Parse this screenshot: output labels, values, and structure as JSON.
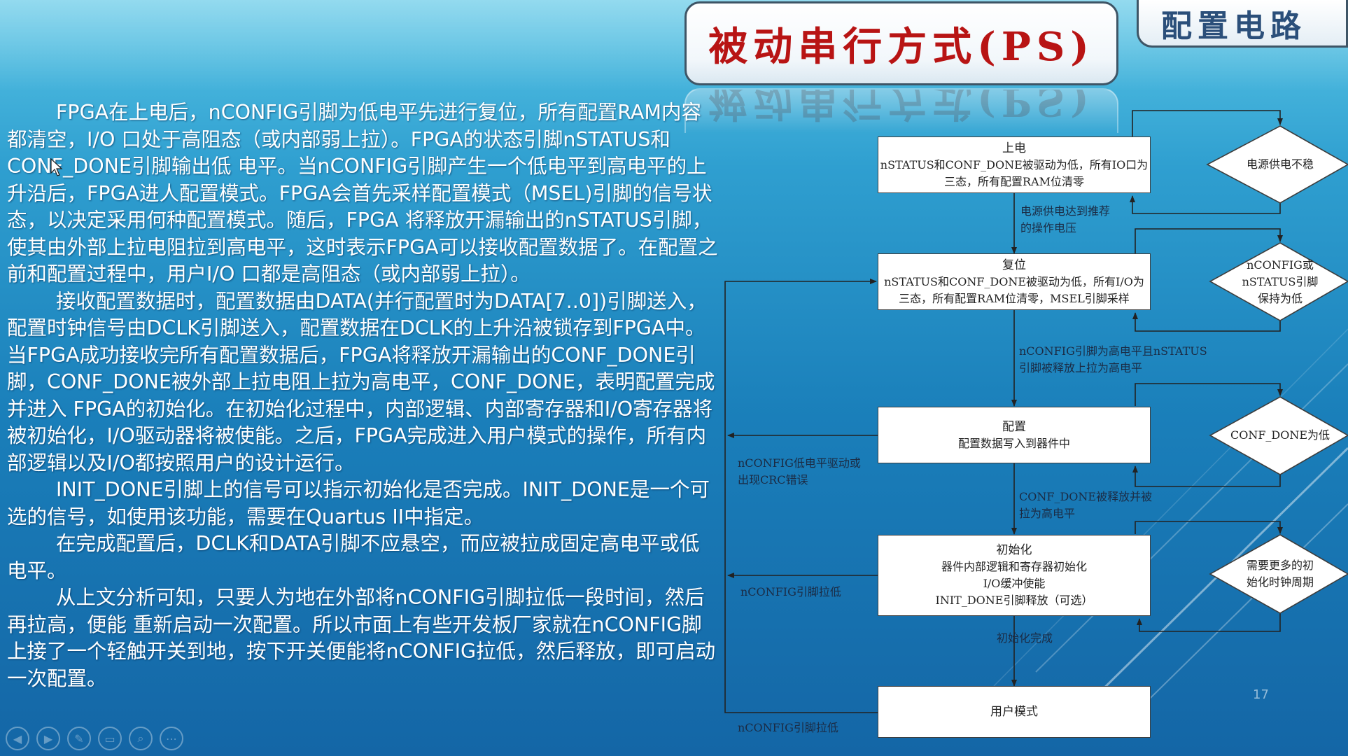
{
  "slide": {
    "title": "被动串行方式(PS)",
    "corner_title": "配置电路",
    "page_number": "17"
  },
  "body": {
    "paragraphs": [
      "FPGA在上电后，nCONFIG引脚为低电平先进行复位，所有配置RAM内容都清空，I/O 口处于高阻态（或内部弱上拉）。FPGA的状态引脚nSTATUS和CONF_DONE引脚输出低 电平。当nCONFIG引脚产生一个低电平到高电平的上升沿后，FPGA进人配置模式。FPGA会首先采样配置模式（MSEL)引脚的信号状态，以决定采用何种配置模式。随后，FPGA 将释放开漏输出的nSTATUS引脚，使其由外部上拉电阻拉到高电平，这时表示FPGA可以接收配置数据了。在配置之前和配置过程中，用户I/O 口都是高阻态（或内部弱上拉）。",
      "接收配置数据时，配置数据由DATA(并行配置时为DATA[7..0])引脚送入，配置时钟信号由DCLK引脚送入，配置数据在DCLK的上升沿被锁存到FPGA中。当FPGA成功接收完所有配置数据后，FPGA将释放开漏输出的CONF_DONE引脚，CONF_DONE被外部上拉电阻上拉为高电平，CONF_DONE，表明配置完成并进入 FPGA的初始化。在初始化过程中，内部逻辑、内部寄存器和I/O寄存器将被初始化，I/O驱动器将被使能。之后，FPGA完成进入用户模式的操作，所有内部逻辑以及I/O都按照用户的设计运行。",
      "INIT_DONE引脚上的信号可以指示初始化是否完成。INIT_DONE是一个可选的信号，如使用该功能，需要在Quartus II中指定。",
      "在完成配置后，DCLK和DATA引脚不应悬空，而应被拉成固定高电平或低电平。",
      "从上文分析可知，只要人为地在外部将nCONFIG引脚拉低一段时间，然后再拉高，便能 重新启动一次配置。所以市面上有些开发板厂家就在nCONFIG脚上接了一个轻触开关到地，按下开关便能将nCONFIG拉低，然后释放，即可启动一次配置。"
    ]
  },
  "flowchart": {
    "boxes": [
      {
        "title": "上电",
        "lines": [
          "nSTATUS和CONF_DONE被驱动为低，所有IO口为",
          "三态，所有配置RAM位清零"
        ]
      },
      {
        "title": "复位",
        "lines": [
          "nSTATUS和CONF_DONE被驱动为低，所有I/O为",
          "三态，所有配置RAM位清零，MSEL引脚采样"
        ]
      },
      {
        "title": "配置",
        "lines": [
          "配置数据写入到器件中"
        ]
      },
      {
        "title": "初始化",
        "lines": [
          "器件内部逻辑和寄存器初始化",
          "I/O缓冲使能",
          "INIT_DONE引脚释放（可选）"
        ]
      },
      {
        "title": "用户模式",
        "lines": []
      }
    ],
    "decisions": [
      {
        "lines": [
          "电源供电不稳"
        ]
      },
      {
        "lines": [
          "nCONFIG或",
          "nSTATUS引脚",
          "保持为低"
        ]
      },
      {
        "lines": [
          "CONF_DONE为低"
        ]
      },
      {
        "lines": [
          "需要更多的初",
          "始化时钟周期"
        ]
      }
    ],
    "transitions": [
      {
        "lines": [
          "电源供电达到推荐",
          "的操作电压"
        ]
      },
      {
        "lines": [
          "nCONFIG引脚为高电平且nSTATUS",
          "引脚被释放上拉为高电平"
        ]
      },
      {
        "lines": [
          "CONF_DONE被释放并被",
          "拉为高电平"
        ]
      },
      {
        "lines": [
          "初始化完成"
        ]
      }
    ],
    "side_labels": [
      {
        "lines": [
          "nCONFIG低电平驱动或",
          "出现CRC错误"
        ]
      },
      {
        "lines": [
          "nCONFIG引脚拉低"
        ]
      },
      {
        "lines": [
          "nCONFIG引脚拉低"
        ]
      }
    ]
  },
  "toolbar": {
    "buttons": [
      "◀",
      "▶",
      "✎",
      "▭",
      "⌕",
      "⋯"
    ]
  }
}
